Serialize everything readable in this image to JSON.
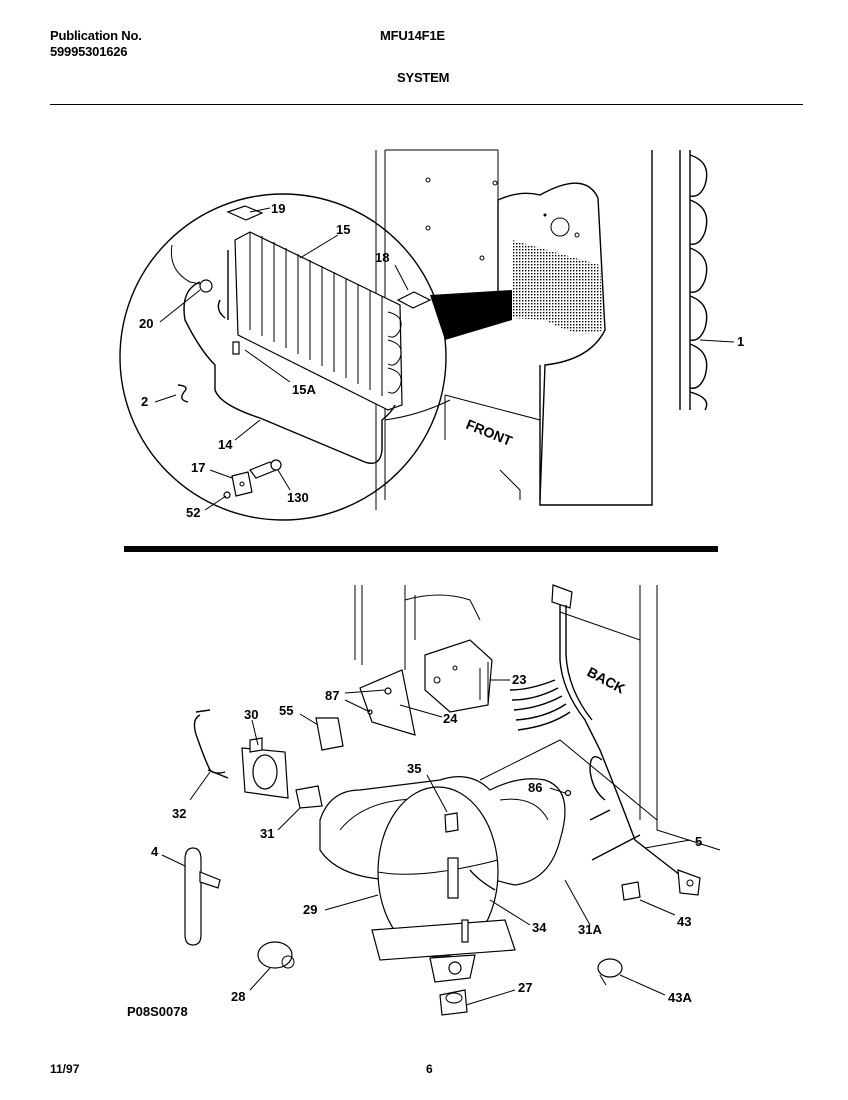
{
  "header": {
    "publication_label": "Publication No.",
    "publication_number": "59995301626",
    "model": "MFU14F1E",
    "section": "SYSTEM"
  },
  "upper_diagram": {
    "orientation_label": "FRONT",
    "callouts": [
      "19",
      "15",
      "18",
      "20",
      "15A",
      "2",
      "14",
      "17",
      "130",
      "52",
      "1"
    ]
  },
  "lower_diagram": {
    "orientation_label": "BACK",
    "callouts": [
      "23",
      "87",
      "24",
      "30",
      "55",
      "32",
      "35",
      "86",
      "5",
      "31",
      "4",
      "29",
      "34",
      "31A",
      "43",
      "28",
      "27",
      "43A"
    ]
  },
  "figure_code": "P08S0078",
  "footer": {
    "date": "11/97",
    "page": "6"
  }
}
